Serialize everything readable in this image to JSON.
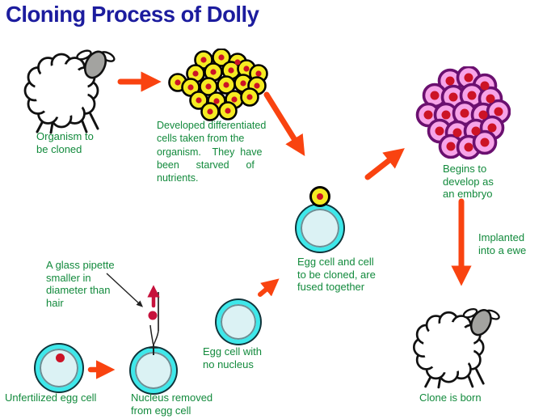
{
  "title": "Cloning Process of Dolly",
  "labels": {
    "organism": "Organism to\nbe cloned",
    "differentiated_cells": "Developed differentiated\ncells taken from the\norganism.    They  have\nbeen      starved      of\nnutrients.",
    "fused": "Egg cell and cell\nto be cloned, are\nfused together",
    "embryo": "Begins to\ndevelop as\nan embryo",
    "implanted": "Implanted\ninto a ewe",
    "clone_born": "Clone is born",
    "pipette_note": "A glass pipette\nsmaller in\ndiameter than\nhair",
    "unfertilized": "Unfertilized egg cell",
    "nucleus_removed": "Nucleus removed\nfrom egg cell",
    "no_nucleus": "Egg cell with\nno nucleus"
  },
  "colors": {
    "background": "#ffffff",
    "title_blue": "#1c1c9e",
    "label_green": "#128a3c",
    "arrow_orange": "#f94310",
    "crimson": "#c6123c",
    "nucleus_red": "#cc1326",
    "egg_ring_cyan": "#3ee8ea",
    "egg_fill": "#dbf2f4",
    "cell_yellow": "#f5eb22",
    "embryo_pink": "#f7a3e8",
    "embryo_purple": "#6b1070",
    "sheep_gray": "#a3a3a0"
  }
}
